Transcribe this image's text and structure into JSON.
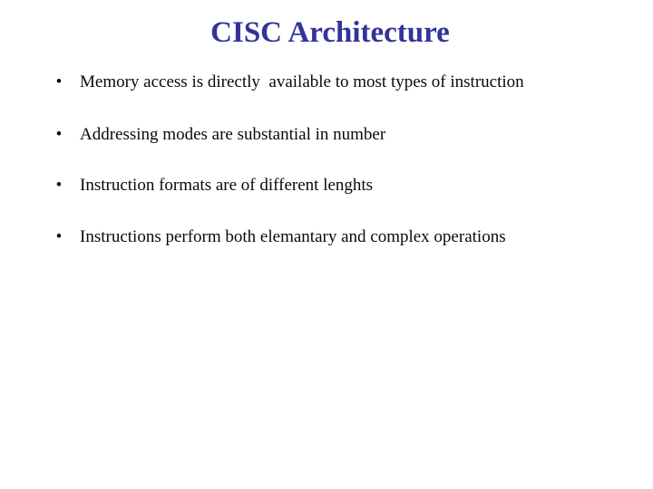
{
  "slide": {
    "title": "CISC Architecture",
    "title_color": "#333399",
    "background_color": "#ffffff",
    "text_color": "#0a0a0a",
    "bullet_marker": "•",
    "bullets": [
      "Memory access is directly  available to most types of instruction",
      "Addressing modes are substantial in number",
      "Instruction formats are of different lenghts",
      "Instructions perform both elemantary and complex operations"
    ]
  }
}
